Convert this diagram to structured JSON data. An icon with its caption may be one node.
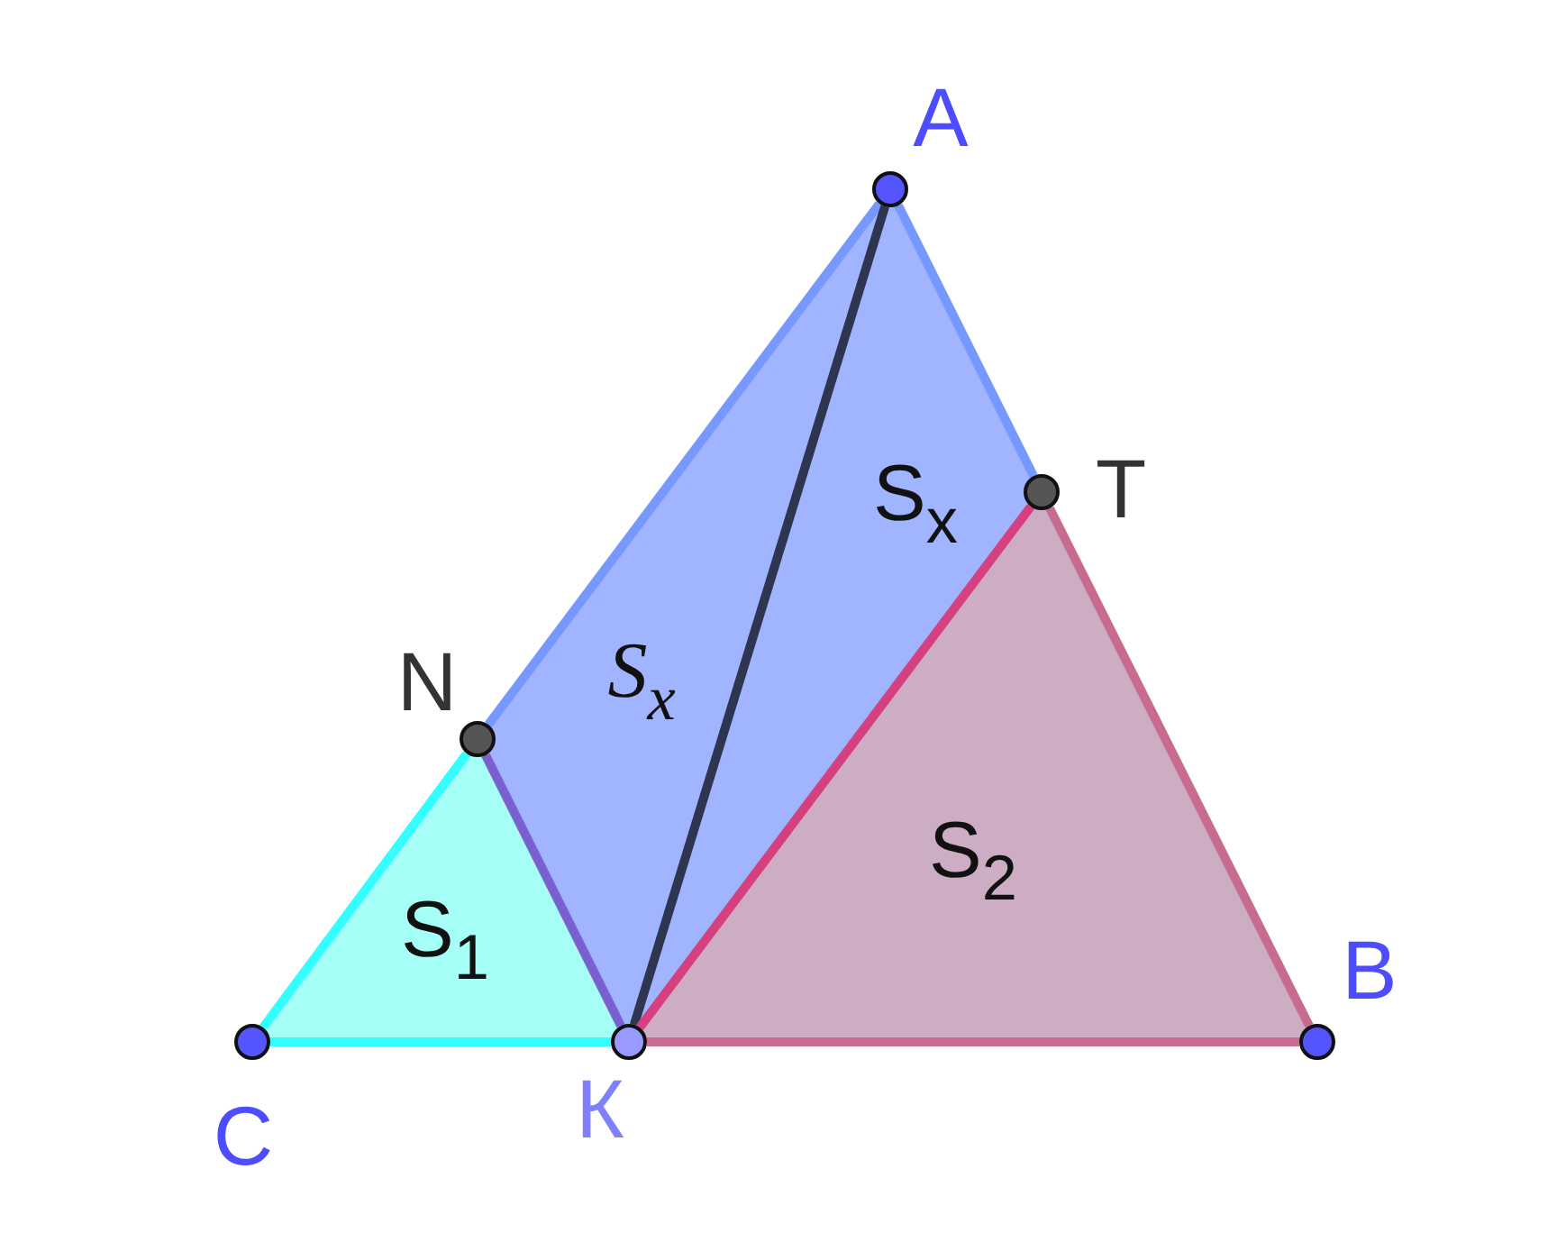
{
  "diagram": {
    "nodes": [
      {
        "text": [
          "A"
        ]
      },
      {
        "text": [
          "T"
        ]
      },
      {
        "text": [
          "N"
        ]
      },
      {
        "text": [
          "C"
        ]
      },
      {
        "text": [
          "К"
        ]
      },
      {
        "text": [
          "B"
        ]
      }
    ],
    "edges": [
      {
        "from": 3,
        "to": 4,
        "arrow": "none",
        "color": "#33ffff"
      },
      {
        "from": 3,
        "to": 2,
        "arrow": "none",
        "color": "#33ffff"
      },
      {
        "from": 2,
        "to": 4,
        "arrow": "none",
        "color": "#7a5fcf"
      },
      {
        "from": 2,
        "to": 0,
        "arrow": "none",
        "color": "#7799ff"
      },
      {
        "from": 0,
        "to": 1,
        "arrow": "none",
        "color": "#7799ff"
      },
      {
        "from": 0,
        "to": 4,
        "arrow": "none",
        "color": "#2e3550"
      },
      {
        "from": 4,
        "to": 1,
        "arrow": "none",
        "color": "#d6407f"
      },
      {
        "from": 1,
        "to": 5,
        "arrow": "none",
        "color": "#c76b90"
      },
      {
        "from": 4,
        "to": 5,
        "arrow": "none",
        "color": "#c76b90"
      }
    ],
    "labels": [
      "S$_{x}$",
      "S$_{x}$",
      "S$_{2}$",
      "S$_{1}$"
    ]
  }
}
